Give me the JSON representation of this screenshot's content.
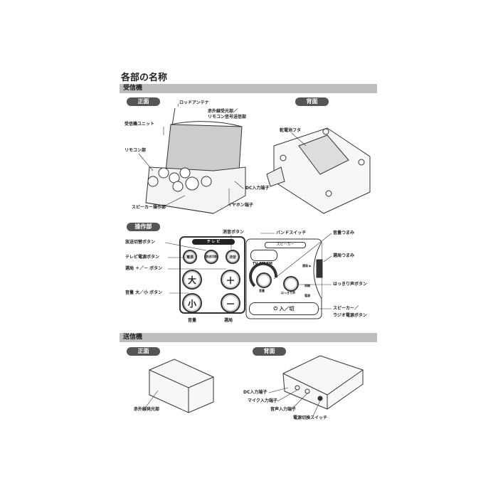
{
  "page_title": "各部の名称",
  "receiver": {
    "section": "受信機",
    "front_tab": "正面",
    "back_tab": "背面",
    "labels": {
      "rod_antenna": "ロッドアンテナ",
      "ir_receiver_1": "赤外線受光部／",
      "ir_receiver_2": "リモコン信号送信部",
      "receiver_unit": "受信機ユニット",
      "remote_part": "リモコン部",
      "dc_input": "DC入力端子",
      "earphone": "イヤホン端子",
      "speaker_ops": "スピーカー操作部",
      "battery_cover": "乾電池フタ"
    }
  },
  "controls": {
    "section": "操作部",
    "labels": {
      "broadcast_switch": "放送切替ボタン",
      "tv_power": "テレビ電源ボタン",
      "channel_btn": "選局 ＋／－ ボタン",
      "volume_btn": "音量 大／小 ボタン",
      "mute": "消音ボタン",
      "band_switch": "バンドスイッチ",
      "volume_knob": "音量つまみ",
      "tuning_knob": "選局つまみ",
      "clear_voice": "はっきり声ボタン",
      "speaker_power_1": "スピーカー／",
      "speaker_power_2": "ラジオ電源ボタン",
      "volume_under": "音量",
      "channel_under": "選局"
    },
    "panel": {
      "tv_header": "テ レ ビ",
      "power": "電源",
      "broadcast": "放送切換",
      "mute": "消音",
      "big": "大",
      "small": "小",
      "plus": "＋",
      "minus": "－",
      "speaker_header": "スピーカー",
      "band": "TV AM FM",
      "vol": "音量",
      "clear": "はっきり声",
      "tuning": "同調",
      "power_led": "電源",
      "onoff": "入／切",
      "tune_mark": "選局 ▶"
    }
  },
  "transmitter": {
    "section": "送信機",
    "front_tab": "正面",
    "back_tab": "背面",
    "labels": {
      "ir_emitter": "赤外線発光部",
      "dc_input": "DC入力端子",
      "mic_input": "マイク入力端子",
      "audio_input": "音声入力端子",
      "power_switch": "電源切換スイッチ"
    }
  }
}
